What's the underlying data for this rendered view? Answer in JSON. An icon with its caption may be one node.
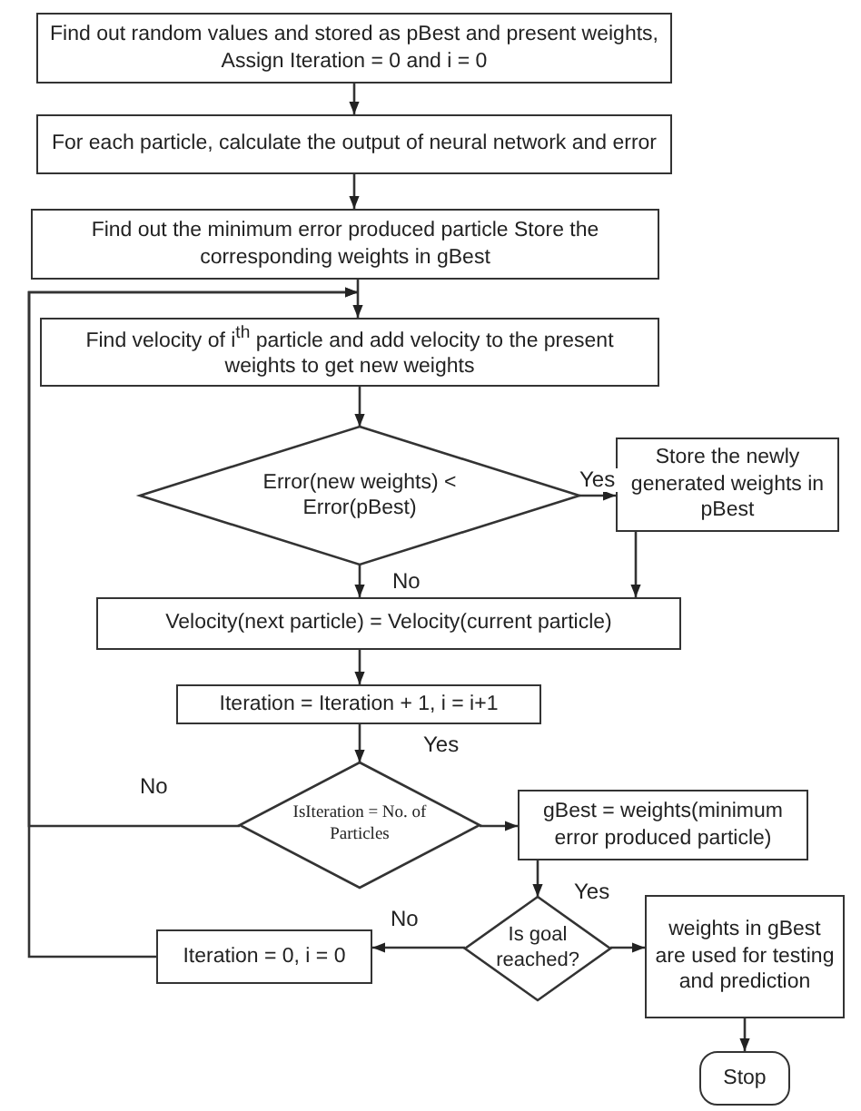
{
  "diagram": {
    "nodes": [
      {
        "text": [
          "Find out random values and stored as pBest and present weights,   Assign Iteration = 0 and i = 0"
        ]
      },
      {
        "text": [
          "For each particle, calculate the output of neural network and error"
        ]
      },
      {
        "text": [
          "Find out the minimum error produced particle Store the corresponding weights in gBest"
        ]
      },
      {
        "text": [
          "Find velocity of i$^{th}$ particle and add velocity to the present weights to get new weights"
        ]
      },
      {
        "text": [
          "Error(new weights) < Error(pBest)"
        ]
      },
      {
        "text": [
          "Store the newly generated weights in pBest"
        ]
      },
      {
        "text": [
          "Velocity(next particle) = Velocity(current particle)"
        ]
      },
      {
        "text": [
          "Iteration = Iteration + 1, i = i+1"
        ]
      },
      {
        "text": [
          "IsIteration = No. of Particles"
        ]
      },
      {
        "text": [
          "gBest = weights(minimum error produced particle)"
        ]
      },
      {
        "text": [
          "Is goal reached?"
        ]
      },
      {
        "text": [
          "Iteration = 0, i = 0"
        ]
      },
      {
        "text": [
          "weights in gBest are used for testing and prediction"
        ]
      },
      {
        "text": [
          "Stop"
        ]
      }
    ],
    "edges": [
      {
        "from": 0,
        "to": 1,
        "arrow": "to"
      },
      {
        "from": 1,
        "to": 2,
        "arrow": "to"
      },
      {
        "from": 2,
        "to": 3,
        "arrow": "to"
      },
      {
        "from": 3,
        "to": 4,
        "arrow": "to"
      },
      {
        "from": 4,
        "to": 5,
        "arrow": "to",
        "label": "Yes"
      },
      {
        "from": 4,
        "to": 6,
        "arrow": "to",
        "label": "No"
      },
      {
        "from": 5,
        "to": 6,
        "arrow": "to"
      },
      {
        "from": 6,
        "to": 7,
        "arrow": "to"
      },
      {
        "from": 7,
        "to": 8,
        "arrow": "to"
      },
      {
        "from": 8,
        "to": 9,
        "arrow": "to",
        "label": "Yes"
      },
      {
        "from": 8,
        "to": 3,
        "arrow": "to",
        "label": "No"
      },
      {
        "from": 9,
        "to": 10,
        "arrow": "to"
      },
      {
        "from": 10,
        "to": 12,
        "arrow": "to",
        "label": "Yes"
      },
      {
        "from": 10,
        "to": 11,
        "arrow": "to",
        "label": "No"
      },
      {
        "from": 11,
        "to": 3,
        "arrow": "to"
      },
      {
        "from": 12,
        "to": 13,
        "arrow": "to"
      }
    ]
  }
}
